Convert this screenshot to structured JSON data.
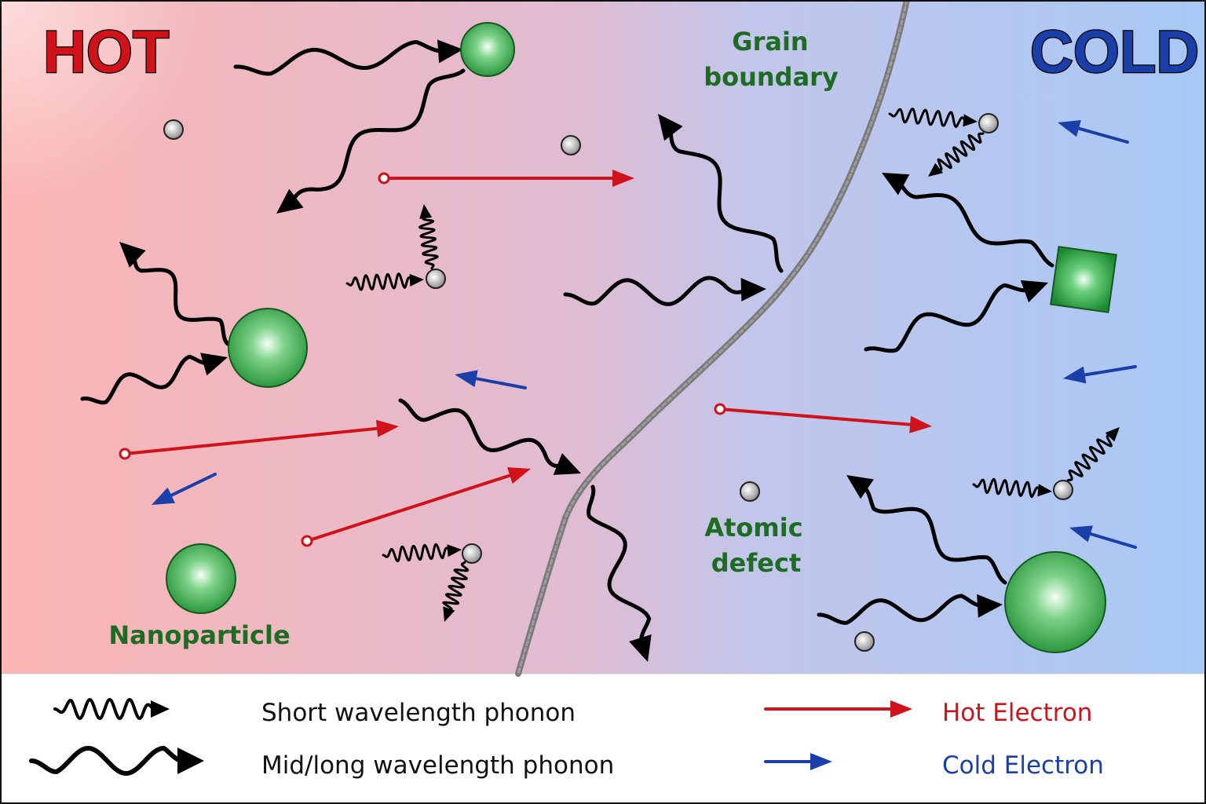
{
  "zones": {
    "hot_label": "HOT",
    "cold_label": "COLD"
  },
  "annotations": {
    "grain_boundary_line1": "Grain",
    "grain_boundary_line2": "boundary",
    "atomic_defect_line1": "Atomic",
    "atomic_defect_line2": "defect",
    "nanoparticle": "Nanoparticle"
  },
  "legend": {
    "short_phonon": "Short  wavelength phonon",
    "long_phonon": "Mid/long wavelength phonon",
    "hot_electron": "Hot Electron",
    "cold_electron": "Cold Electron"
  },
  "colors": {
    "hot": "#d0121a",
    "cold": "#1a3fa8",
    "label_green": "#1e6b24",
    "hot_bg": "#f9b7b5",
    "cold_bg": "#a9c9f5",
    "boundary": "#7a7a7a"
  }
}
